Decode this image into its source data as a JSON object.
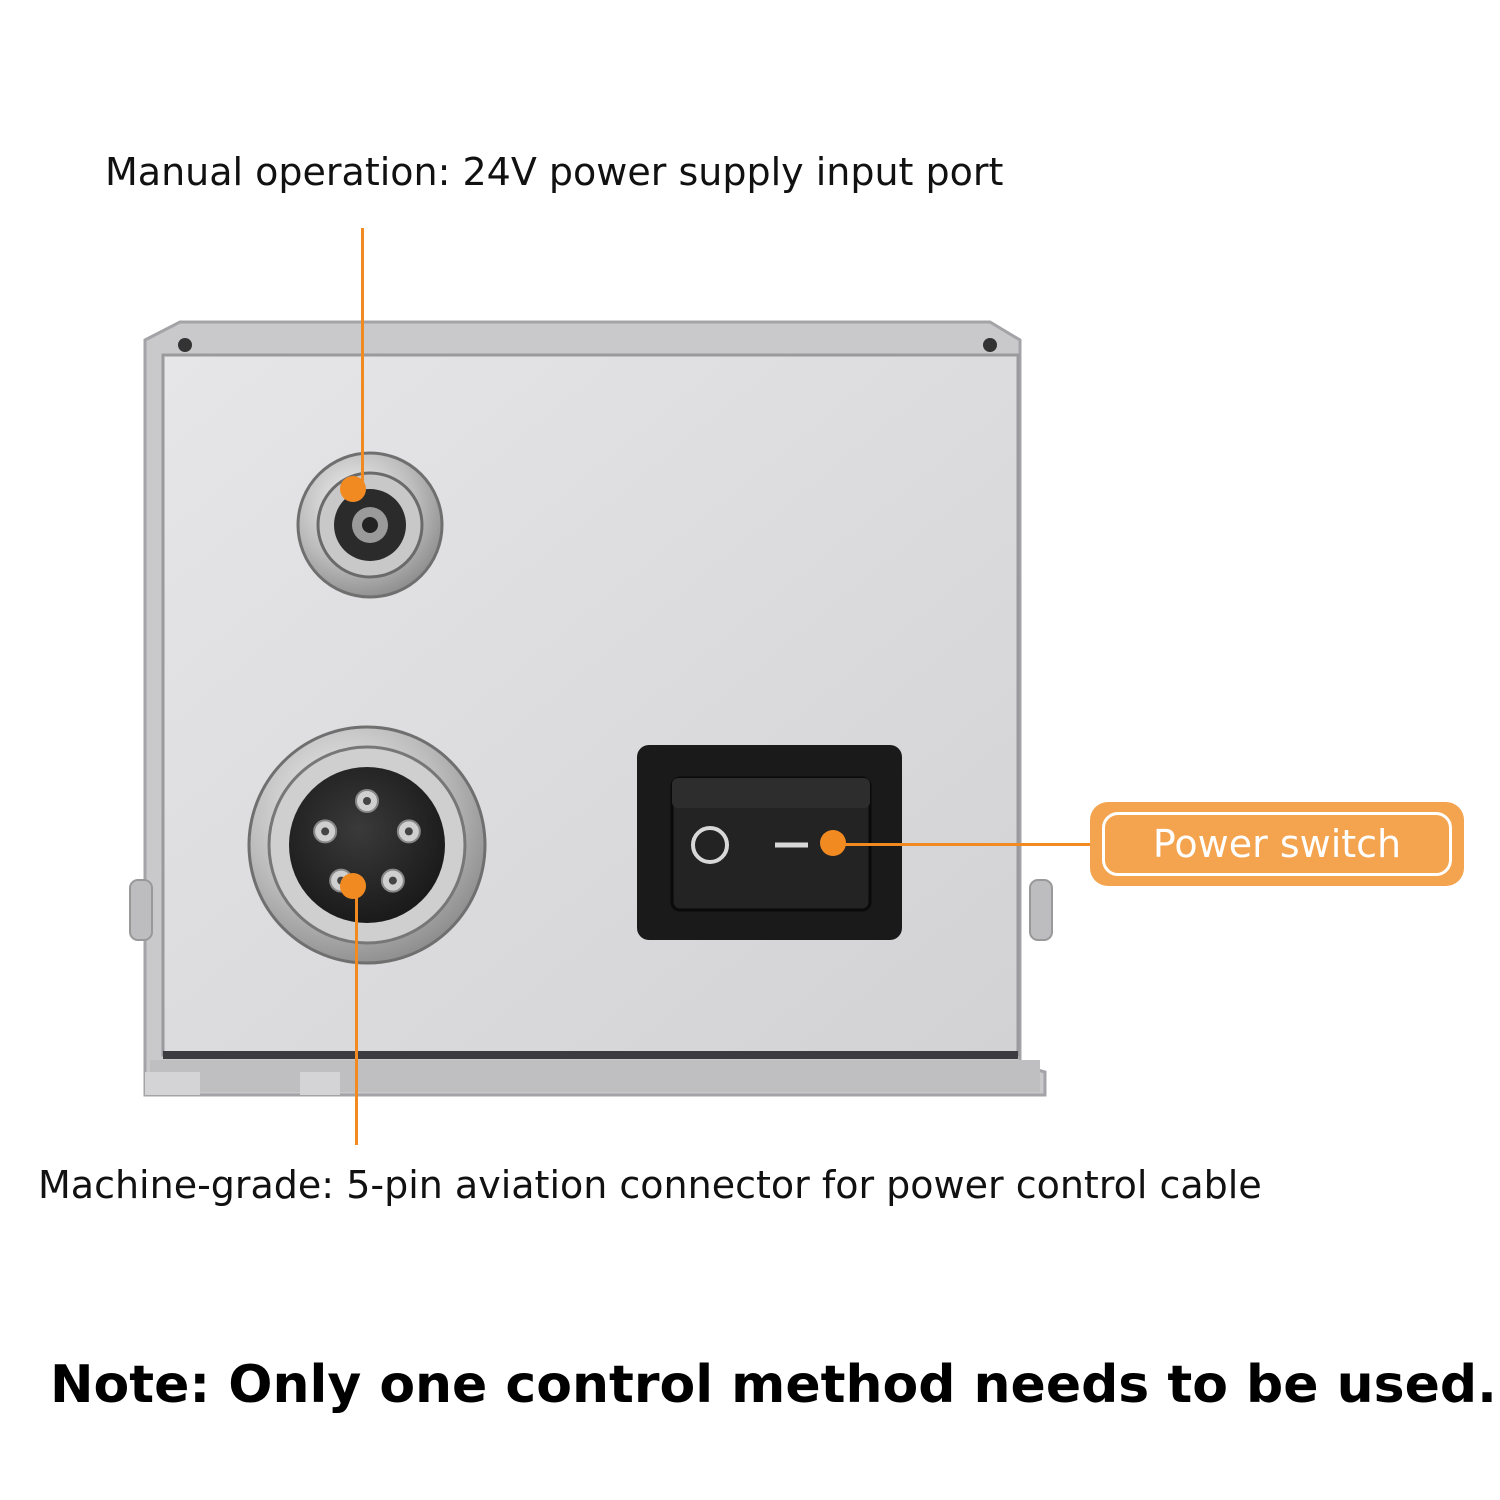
{
  "captions": {
    "top": "Manual operation: 24V power supply input port",
    "bottom": "Machine-grade: 5-pin aviation connector for power control cable",
    "note": "Note: Only one control method needs to be used."
  },
  "badge": {
    "label": "Power switch"
  },
  "switch": {
    "off_symbol": "O",
    "on_symbol": "—"
  },
  "colors": {
    "accent": "#f28a22",
    "badge_fill": "#f4a34f",
    "panel": "#d9d9db",
    "switch_body": "#1a1a1a"
  },
  "connectors": {
    "aviation_pin_count": 5
  }
}
